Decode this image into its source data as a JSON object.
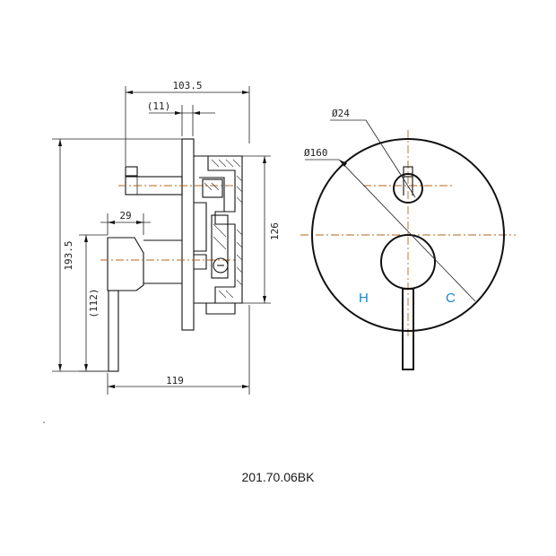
{
  "model_number": "201.70.06BK",
  "dimensions": {
    "overall_depth": "103.5",
    "handle_offset": "(11)",
    "plate_diameter": "Ø160",
    "diverter_diameter": "Ø24",
    "overall_height": "193.5",
    "body_height": "126",
    "lever_width": "29",
    "lever_length": "(112)",
    "overall_width": "119"
  },
  "labels": {
    "hot": "H",
    "cold": "C"
  },
  "colors": {
    "line": "#111111",
    "centerline": "#b5651d",
    "hot_cold_label": "#1a84c7"
  }
}
